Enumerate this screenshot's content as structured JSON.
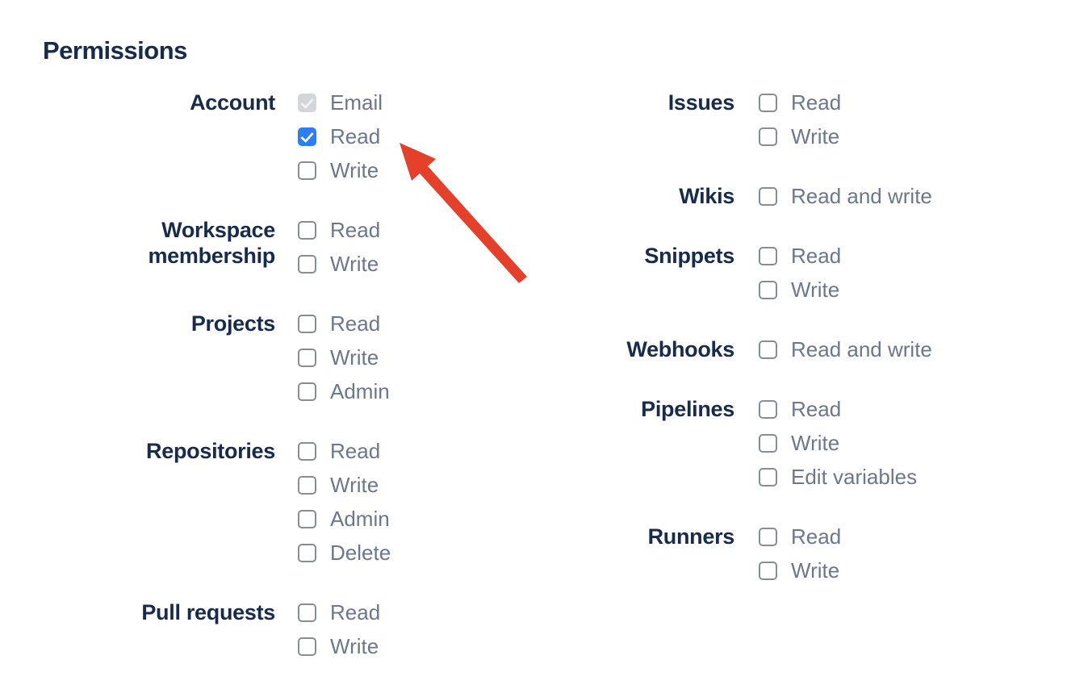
{
  "page_title": "Permissions",
  "colors": {
    "heading_text": "#172B4D",
    "group_label_text": "#172B4D",
    "option_label_text": "#6B778C",
    "checkbox_checked_blue": "#2C7EF8",
    "checkbox_disabled_gray": "#D2D5D9",
    "checkbox_border_gray": "#878D93",
    "arrow_red": "#E4402A"
  },
  "permissions": {
    "heading": "Permissions",
    "left_groups": [
      {
        "label": "Account",
        "options": [
          {
            "label": "Email",
            "state": "checked-disabled"
          },
          {
            "label": "Read",
            "state": "checked"
          },
          {
            "label": "Write",
            "state": "unchecked"
          }
        ]
      },
      {
        "label": "Workspace membership",
        "options": [
          {
            "label": "Read",
            "state": "unchecked"
          },
          {
            "label": "Write",
            "state": "unchecked"
          }
        ]
      },
      {
        "label": "Projects",
        "options": [
          {
            "label": "Read",
            "state": "unchecked"
          },
          {
            "label": "Write",
            "state": "unchecked"
          },
          {
            "label": "Admin",
            "state": "unchecked"
          }
        ]
      },
      {
        "label": "Repositories",
        "options": [
          {
            "label": "Read",
            "state": "unchecked"
          },
          {
            "label": "Write",
            "state": "unchecked"
          },
          {
            "label": "Admin",
            "state": "unchecked"
          },
          {
            "label": "Delete",
            "state": "unchecked"
          }
        ]
      },
      {
        "label": "Pull requests",
        "options": [
          {
            "label": "Read",
            "state": "unchecked"
          },
          {
            "label": "Write",
            "state": "unchecked"
          }
        ]
      }
    ],
    "right_groups": [
      {
        "label": "Issues",
        "options": [
          {
            "label": "Read",
            "state": "unchecked"
          },
          {
            "label": "Write",
            "state": "unchecked"
          }
        ]
      },
      {
        "label": "Wikis",
        "options": [
          {
            "label": "Read and write",
            "state": "unchecked"
          }
        ]
      },
      {
        "label": "Snippets",
        "options": [
          {
            "label": "Read",
            "state": "unchecked"
          },
          {
            "label": "Write",
            "state": "unchecked"
          }
        ]
      },
      {
        "label": "Webhooks",
        "options": [
          {
            "label": "Read and write",
            "state": "unchecked"
          }
        ]
      },
      {
        "label": "Pipelines",
        "options": [
          {
            "label": "Read",
            "state": "unchecked"
          },
          {
            "label": "Write",
            "state": "unchecked"
          },
          {
            "label": "Edit variables",
            "state": "unchecked"
          }
        ]
      },
      {
        "label": "Runners",
        "options": [
          {
            "label": "Read",
            "state": "unchecked"
          },
          {
            "label": "Write",
            "state": "unchecked"
          }
        ]
      }
    ]
  },
  "annotation_arrow": {
    "color": "#E4402A",
    "description": "red arrow pointing at the checked Account Read checkbox"
  }
}
